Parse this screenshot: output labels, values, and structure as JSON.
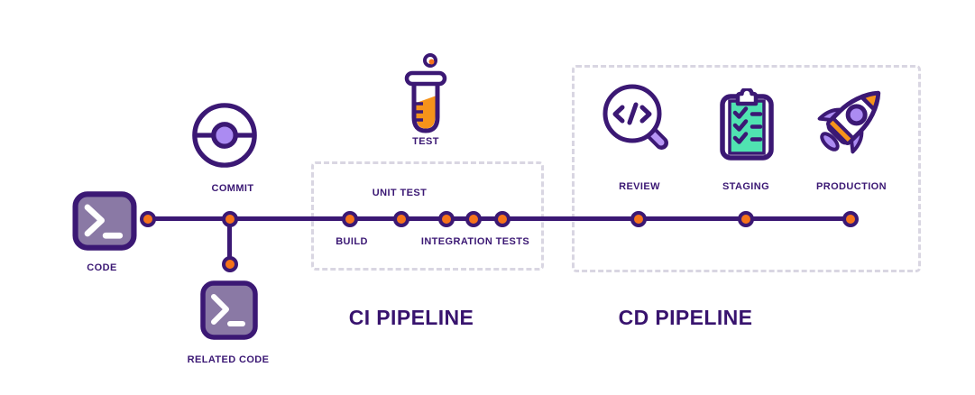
{
  "diagram": {
    "type": "ci-cd-pipeline-flow",
    "sections": {
      "ci": {
        "title": "CI PIPELINE"
      },
      "cd": {
        "title": "CD PIPELINE"
      }
    },
    "nodes": {
      "code": {
        "label": "CODE",
        "icon": "terminal-icon"
      },
      "commit": {
        "label": "COMMIT",
        "icon": "git-commit-icon"
      },
      "related_code": {
        "label": "RELATED CODE",
        "icon": "terminal-icon"
      },
      "test": {
        "label": "TEST",
        "icon": "test-tube-icon"
      },
      "build": {
        "label": "BUILD",
        "icon": "pipeline-dot"
      },
      "unit_test": {
        "label": "UNIT TEST",
        "icon": "pipeline-dot"
      },
      "integration_tests": {
        "label": "INTEGRATION TESTS",
        "icon": "pipeline-dot"
      },
      "review": {
        "label": "REVIEW",
        "icon": "code-magnifier-icon"
      },
      "staging": {
        "label": "STAGING",
        "icon": "checklist-clipboard-icon"
      },
      "production": {
        "label": "PRODUCTION",
        "icon": "rocket-icon"
      }
    },
    "colors": {
      "outline_purple": "#3B1874",
      "title_purple": "#38136E",
      "muted_purple_fill": "#8A79A5",
      "light_purple": "#AB8BF2",
      "orange": "#F6731A",
      "teal": "#50E3B1",
      "dash_gray": "#D9D6E2",
      "background": "#FFFFFF"
    }
  }
}
